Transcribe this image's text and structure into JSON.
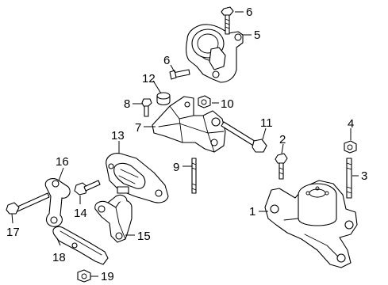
{
  "callouts": [
    {
      "id": "1",
      "part": "mount-1"
    },
    {
      "id": "2",
      "part": "bolt-2"
    },
    {
      "id": "3",
      "part": "stud-3"
    },
    {
      "id": "4",
      "part": "nut-4"
    },
    {
      "id": "5",
      "part": "mount-5"
    },
    {
      "id": "6",
      "part": "bolt-6"
    },
    {
      "id": "7",
      "part": "bracket-7"
    },
    {
      "id": "8",
      "part": "bolt-8"
    },
    {
      "id": "9",
      "part": "stud-9"
    },
    {
      "id": "10",
      "part": "nut-10"
    },
    {
      "id": "11",
      "part": "bolt-11"
    },
    {
      "id": "12",
      "part": "nut-12"
    },
    {
      "id": "13",
      "part": "mount-13"
    },
    {
      "id": "14",
      "part": "bolt-14"
    },
    {
      "id": "15",
      "part": "bracket-15"
    },
    {
      "id": "16",
      "part": "link-16"
    },
    {
      "id": "17",
      "part": "bolt-17"
    },
    {
      "id": "18",
      "part": "bracket-18"
    },
    {
      "id": "19",
      "part": "nut-19"
    }
  ]
}
